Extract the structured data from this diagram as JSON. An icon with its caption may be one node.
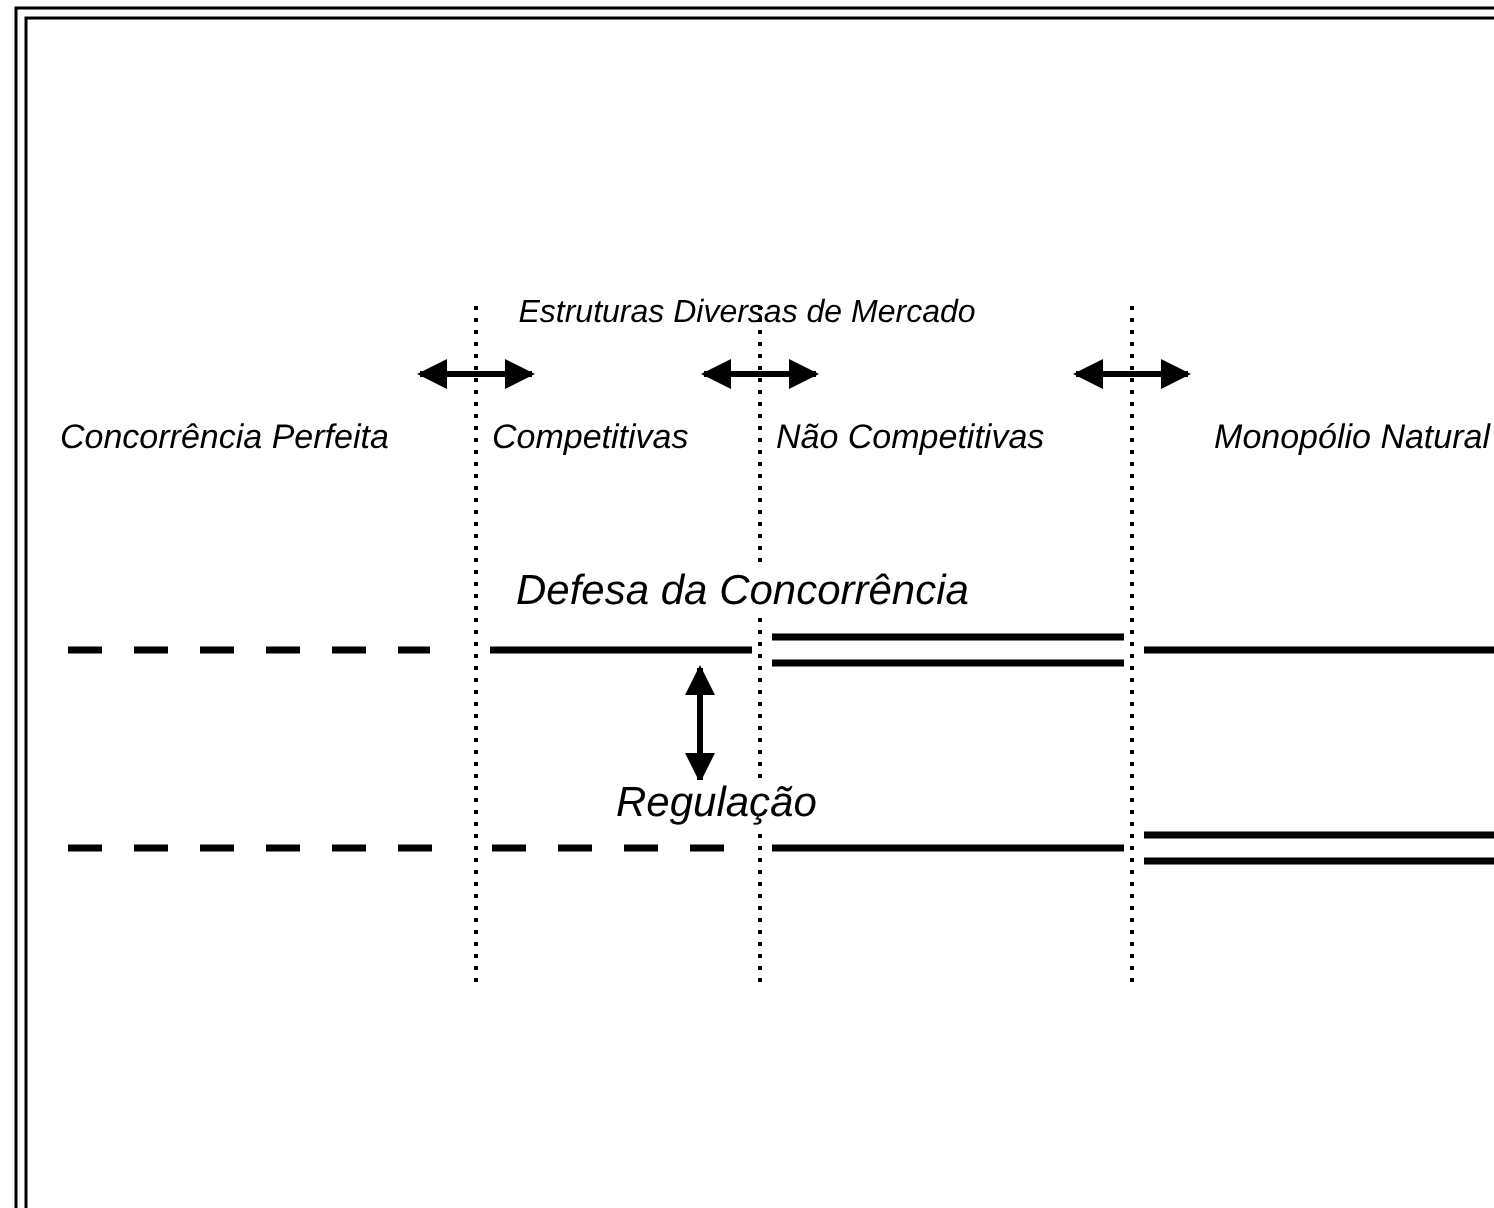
{
  "diagram": {
    "title": "Estruturas Diversas de Mercado",
    "labels": [
      "Concorrência Perfeita",
      "Competitivas",
      "Não Competitivas",
      "Monopólio Natural",
      "Defesa da Concorrência",
      "Regulação"
    ]
  }
}
